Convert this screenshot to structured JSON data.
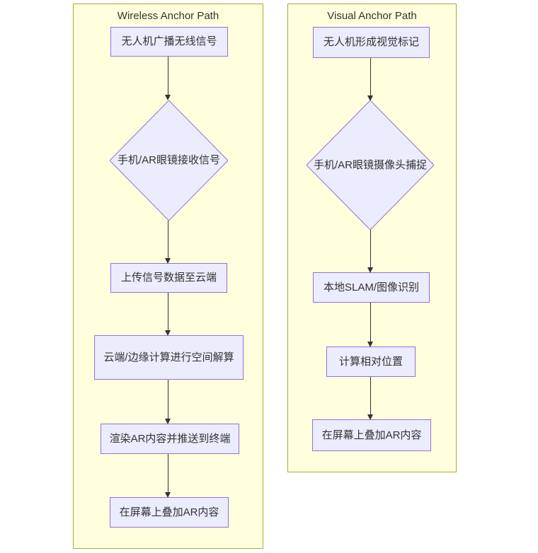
{
  "diagram": {
    "type": "flowchart",
    "orientation": "top-down",
    "background": "#ffffff",
    "colors": {
      "cluster_fill": "#ffffde",
      "cluster_border": "#aaaa33",
      "node_fill": "#ececff",
      "node_border": "#9370db",
      "text": "#333333",
      "edge": "#333333"
    },
    "clusters": [
      {
        "id": "wireless",
        "title": "Wireless Anchor Path"
      },
      {
        "id": "visual",
        "title": "Visual Anchor Path"
      }
    ],
    "nodes": {
      "l1": "无人机广播无线信号",
      "l2": "手机/AR眼镜接收信号",
      "l3": "上传信号数据至云端",
      "l4": "云端/边缘计算进行空间解算",
      "l5": "渲染AR内容并推送到终端",
      "l6": "在屏幕上叠加AR内容",
      "r1": "无人机形成视觉标记",
      "r2": "手机/AR眼镜摄像头捕捉",
      "r3": "本地SLAM/图像识别",
      "r4": "计算相对位置",
      "r5": "在屏幕上叠加AR内容"
    },
    "node_shapes": {
      "l1": "rect",
      "l2": "diamond",
      "l3": "rect",
      "l4": "rect",
      "l5": "rect",
      "l6": "rect",
      "r1": "rect",
      "r2": "diamond",
      "r3": "rect",
      "r4": "rect",
      "r5": "rect"
    },
    "edges": [
      {
        "from": "l1",
        "to": "l2"
      },
      {
        "from": "l2",
        "to": "l3"
      },
      {
        "from": "l3",
        "to": "l4"
      },
      {
        "from": "l4",
        "to": "l5"
      },
      {
        "from": "l5",
        "to": "l6"
      },
      {
        "from": "r1",
        "to": "r2"
      },
      {
        "from": "r2",
        "to": "r3"
      },
      {
        "from": "r3",
        "to": "r4"
      },
      {
        "from": "r4",
        "to": "r5"
      }
    ]
  }
}
